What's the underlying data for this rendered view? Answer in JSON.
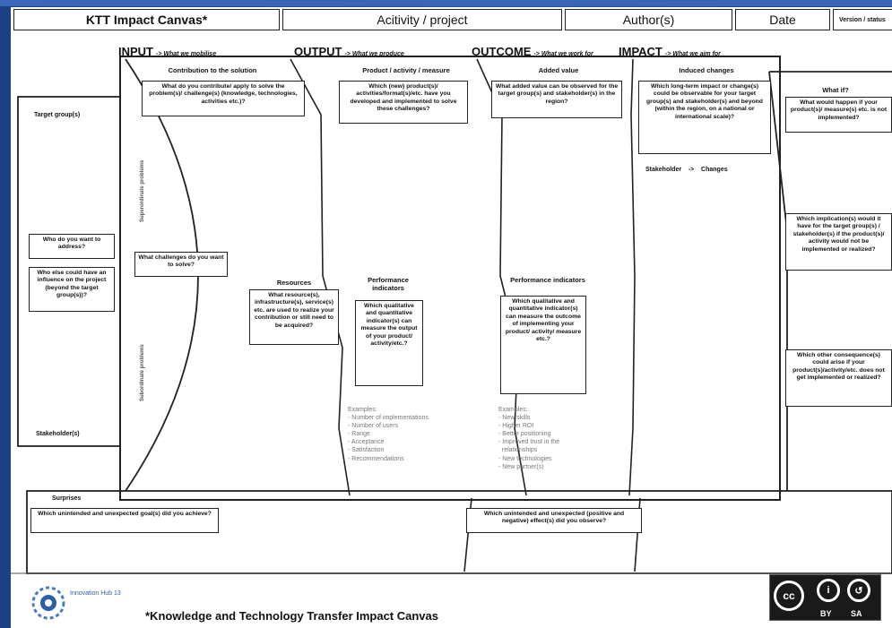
{
  "header": {
    "title": "KTT Impact Canvas*",
    "activity": "Acitivity / project",
    "author": "Author(s)",
    "date": "Date",
    "version": "Version / status"
  },
  "sections": {
    "input": {
      "label": "INPUT",
      "sub": "-> What we mobilise"
    },
    "output": {
      "label": "OUTPUT",
      "sub": "-> What we produce"
    },
    "outcome": {
      "label": "OUTCOME",
      "sub": "-> What we work for"
    },
    "impact": {
      "label": "IMPACT",
      "sub": "-> What we aim for"
    }
  },
  "left": {
    "target_groups": "Target group(s)",
    "who_address": "Who do you want to address?",
    "who_else": "Who else could have an influence on the project (beyond the target group(s))?",
    "stakeholders": "Stakeholder(s)",
    "vert_superordinate": "Superordinate problems",
    "vert_subordinate": "Subordinate problems"
  },
  "contribution": {
    "title": "Contribution to the solution",
    "question": "What do you contribute/ apply to solve the problem(s)/ challenge(s) (knowledge, technologies, activities etc.)?",
    "challenges": "What challenges do you want to solve?"
  },
  "resources": {
    "title": "Resources",
    "question": "What resource(s), infrastructure(s), service(s) etc. are used to realize your contribution or still need to be acquired?"
  },
  "product": {
    "title": "Product / activity / measure",
    "question": "Which (new) product(s)/ activities/format(s)/etc. have you developed and implemented to solve these challenges?",
    "perf_title": "Performance indicators",
    "perf_question": "Which qualitative and quantitative indicator(s) can measure the output of your product/ activity/etc.?",
    "examples_label": "Examples:",
    "examples": [
      "- Number of implementations",
      "- Number of users",
      "- Range",
      "- Acceptance",
      "- Satisfaction",
      "- Recommendations"
    ]
  },
  "added_value": {
    "title": "Added value",
    "question": "What added value can be observed for the target group(s) and stakeholder(s) in the region?",
    "perf_title": "Performance indicators",
    "perf_question": "Which qualitative and quantitative indicator(s) can measure the outcome of implementing your product/ activity/ measure etc.?",
    "examples_label": "Examples:",
    "examples": [
      "- New skills",
      "- Higher ROI",
      "- Better positioning",
      "- Improved trust in the",
      "  relationships",
      "- New technologies",
      "- New partner(s)"
    ]
  },
  "induced": {
    "title": "Induced changes",
    "question": "Which long-term impact or change(s) could be observable for your target group(s) and stakeholder(s) and beyond (within the region, on a national or international scale)?",
    "stakeholder_changes": "Stakeholder    ->    Changes"
  },
  "whatif": {
    "title": "What if?",
    "q1": "What would happen if your product(s)/ measure(s) etc. is not implemented?",
    "q2": "Which implication(s) would it have for the target group(s) / stakeholder(s) if the product(s)/ activity would not be implemented or realized?",
    "q3": "Which other consequence(s) could arise if your product(s)/activity/etc. does not get implemented or realized?"
  },
  "surprises": {
    "title": "Surprises",
    "q1": "Which unintended and unexpected goal(s) did you achieve?",
    "q2": "Which unintended and unexpected (positive and negative) effect(s) did you observe?"
  },
  "footer": {
    "title": "*Knowledge and Technology Transfer Impact Canvas",
    "logo_text": "Innovation Hub 13",
    "license_by": "BY",
    "license_sa": "SA",
    "license_cc": "cc"
  }
}
